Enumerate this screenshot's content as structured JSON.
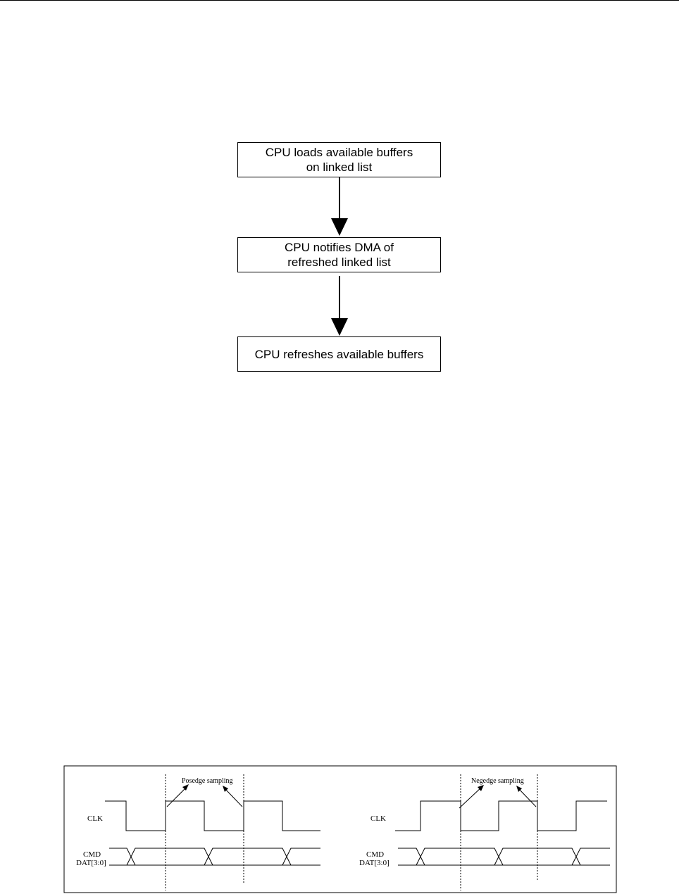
{
  "flowchart": {
    "steps": [
      {
        "text": "CPU loads available buffers\non linked list"
      },
      {
        "text": "CPU notifies DMA of\nrefreshed linked list"
      },
      {
        "text": "CPU refreshes available buffers"
      }
    ]
  },
  "timing": {
    "left": {
      "clk_label": "CLK",
      "bus_label_1": "CMD",
      "bus_label_2": "DAT[3:0]",
      "annotation": "Posedge sampling"
    },
    "right": {
      "clk_label": "CLK",
      "bus_label_1": "CMD",
      "bus_label_2": "DAT[3:0]",
      "annotation": "Negedge sampling"
    }
  }
}
